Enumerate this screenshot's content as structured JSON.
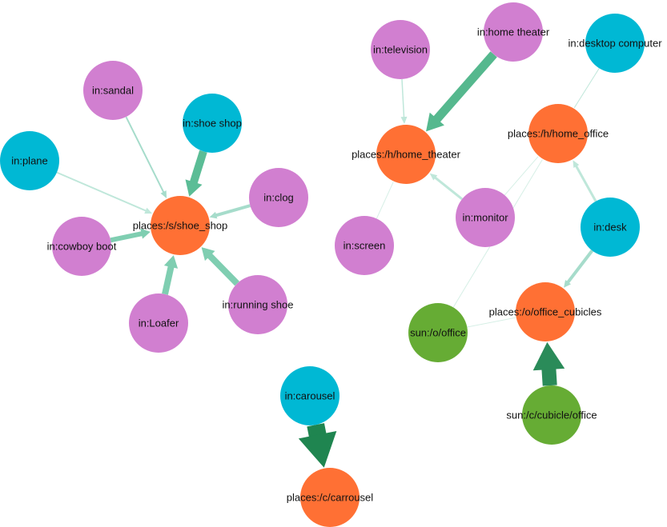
{
  "graph": {
    "colors": {
      "in_magenta": "#d17fd0",
      "in_cyan": "#00b8d4",
      "places": "#ff7034",
      "sun": "#66ac34"
    },
    "nodes": [
      {
        "id": "in_sandal",
        "label": "in:sandal",
        "color": "#d17fd0"
      },
      {
        "id": "in_shoe_shop",
        "label": "in:shoe shop",
        "color": "#00b8d4"
      },
      {
        "id": "in_plane",
        "label": "in:plane",
        "color": "#00b8d4"
      },
      {
        "id": "in_clog",
        "label": "in:clog",
        "color": "#d17fd0"
      },
      {
        "id": "places_shoe_shop",
        "label": "places:/s/shoe_shop",
        "color": "#ff7034"
      },
      {
        "id": "in_cowboy_boot",
        "label": "in:cowboy boot",
        "color": "#d17fd0"
      },
      {
        "id": "in_loafer",
        "label": "in:Loafer",
        "color": "#d17fd0"
      },
      {
        "id": "in_running_shoe",
        "label": "in:running shoe",
        "color": "#d17fd0"
      },
      {
        "id": "in_television",
        "label": "in:television",
        "color": "#d17fd0"
      },
      {
        "id": "in_home_theater",
        "label": "in:home theater",
        "color": "#d17fd0"
      },
      {
        "id": "in_desktop_computer",
        "label": "in:desktop computer",
        "color": "#00b8d4"
      },
      {
        "id": "places_home_theater",
        "label": "places:/h/home_theater",
        "color": "#ff7034"
      },
      {
        "id": "places_home_office",
        "label": "places:/h/home_office",
        "color": "#ff7034"
      },
      {
        "id": "in_monitor",
        "label": "in:monitor",
        "color": "#d17fd0"
      },
      {
        "id": "in_screen",
        "label": "in:screen",
        "color": "#d17fd0"
      },
      {
        "id": "in_desk",
        "label": "in:desk",
        "color": "#00b8d4"
      },
      {
        "id": "places_office_cubicles",
        "label": "places:/o/office_cubicles",
        "color": "#ff7034"
      },
      {
        "id": "sun_office",
        "label": "sun:/o/office",
        "color": "#66ac34"
      },
      {
        "id": "sun_cubicle_office",
        "label": "sun:/c/cubicle/office",
        "color": "#66ac34"
      },
      {
        "id": "in_carousel",
        "label": "in:carousel",
        "color": "#00b8d4"
      },
      {
        "id": "places_carrousel",
        "label": "places:/c/carrousel",
        "color": "#ff7034"
      }
    ],
    "edges": [
      {
        "source": "in_sandal",
        "target": "places_shoe_shop",
        "weight": 2,
        "color": "#a6dccb",
        "arrow": true
      },
      {
        "source": "in_shoe_shop",
        "target": "places_shoe_shop",
        "weight": 10,
        "color": "#5bbd96",
        "arrow": true
      },
      {
        "source": "in_plane",
        "target": "places_shoe_shop",
        "weight": 2,
        "color": "#bfe7da",
        "arrow": true
      },
      {
        "source": "in_clog",
        "target": "places_shoe_shop",
        "weight": 4,
        "color": "#a6dccb",
        "arrow": true
      },
      {
        "source": "in_cowboy_boot",
        "target": "places_shoe_shop",
        "weight": 6,
        "color": "#7fceb1",
        "arrow": true
      },
      {
        "source": "in_loafer",
        "target": "places_shoe_shop",
        "weight": 8,
        "color": "#7fceb1",
        "arrow": true
      },
      {
        "source": "in_running_shoe",
        "target": "places_shoe_shop",
        "weight": 8,
        "color": "#7fceb1",
        "arrow": true
      },
      {
        "source": "in_television",
        "target": "places_home_theater",
        "weight": 1.5,
        "color": "#bfe7da",
        "arrow": true
      },
      {
        "source": "in_home_theater",
        "target": "places_home_theater",
        "weight": 11,
        "color": "#55b88e",
        "arrow": true
      },
      {
        "source": "in_monitor",
        "target": "places_home_theater",
        "weight": 3,
        "color": "#bfe7da",
        "arrow": true
      },
      {
        "source": "in_screen",
        "target": "places_home_theater",
        "weight": 1,
        "color": "#d6efe6",
        "arrow": false
      },
      {
        "source": "in_desktop_computer",
        "target": "places_home_office",
        "weight": 1,
        "color": "#bfe7da",
        "arrow": false
      },
      {
        "source": "in_monitor",
        "target": "places_home_office",
        "weight": 1,
        "color": "#d6efe6",
        "arrow": false
      },
      {
        "source": "sun_office",
        "target": "places_home_office",
        "weight": 1,
        "color": "#d6efe6",
        "arrow": false
      },
      {
        "source": "in_desk",
        "target": "places_home_office",
        "weight": 3,
        "color": "#bfe7da",
        "arrow": true
      },
      {
        "source": "in_desk",
        "target": "places_office_cubicles",
        "weight": 4,
        "color": "#a6dccb",
        "arrow": true
      },
      {
        "source": "sun_office",
        "target": "places_office_cubicles",
        "weight": 1,
        "color": "#d6efe6",
        "arrow": false
      },
      {
        "source": "sun_cubicle_office",
        "target": "places_office_cubicles",
        "weight": 18,
        "color": "#2a8b59",
        "arrow": true
      },
      {
        "source": "in_carousel",
        "target": "places_carrousel",
        "weight": 22,
        "color": "#1f8550",
        "arrow": true
      }
    ]
  }
}
